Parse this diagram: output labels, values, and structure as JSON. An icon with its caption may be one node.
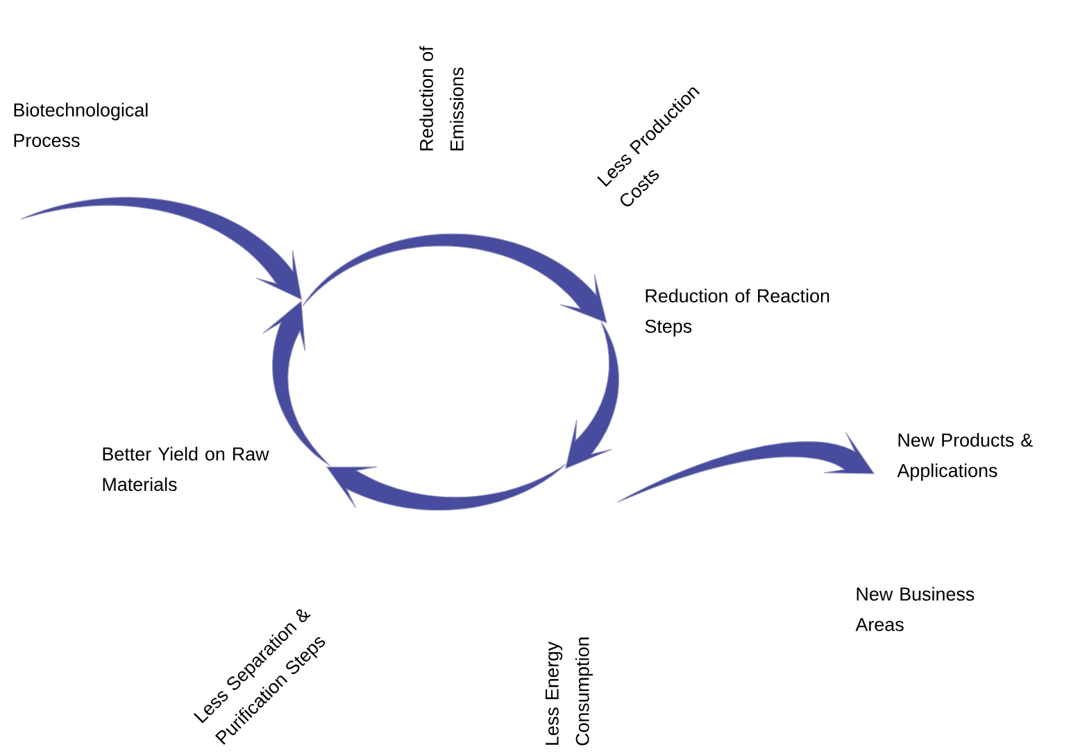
{
  "diagram": {
    "labels": [
      "Biotechnological Process",
      "Reduction of Emissions",
      "Less Production Costs",
      "Reduction of Reaction Steps",
      "Better Yield on Raw Materials",
      "New Products & Applications",
      "New Business Areas",
      "Less Separation & Purification Steps",
      "Less Energy Consumption"
    ]
  }
}
